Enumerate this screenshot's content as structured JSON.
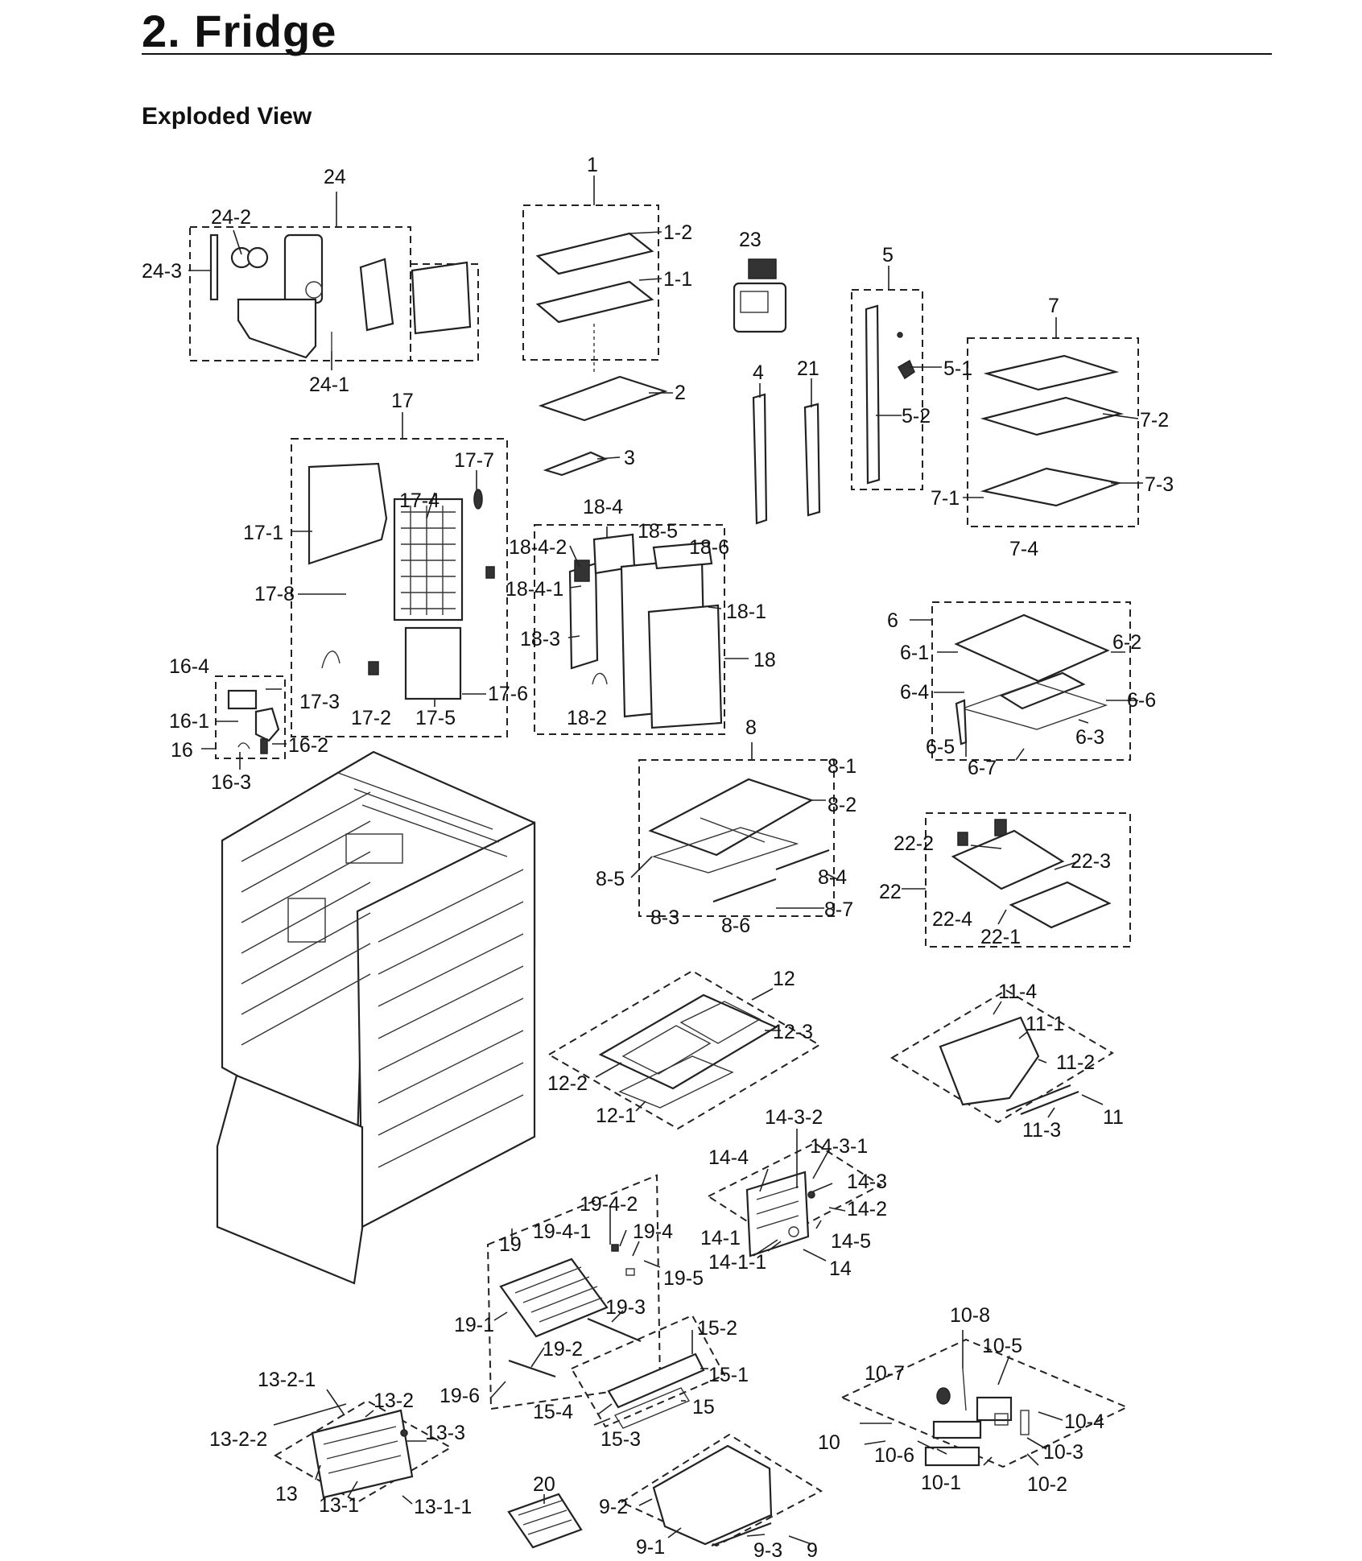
{
  "header": {
    "title": "2.  Fridge",
    "subtitle": "Exploded View"
  },
  "callouts": [
    "1",
    "1-1",
    "1-2",
    "2",
    "3",
    "4",
    "5",
    "5-1",
    "5-2",
    "6",
    "6-1",
    "6-2",
    "6-3",
    "6-4",
    "6-5",
    "6-6",
    "6-7",
    "7",
    "7-1",
    "7-2",
    "7-3",
    "7-4",
    "8",
    "8-1",
    "8-2",
    "8-3",
    "8-4",
    "8-5",
    "8-6",
    "8-7",
    "9",
    "9-1",
    "9-2",
    "9-3",
    "10",
    "10-1",
    "10-2",
    "10-3",
    "10-4",
    "10-5",
    "10-6",
    "10-7",
    "10-8",
    "11",
    "11-1",
    "11-2",
    "11-3",
    "11-4",
    "12",
    "12-1",
    "12-2",
    "12-3",
    "13",
    "13-1",
    "13-1-1",
    "13-2",
    "13-2-1",
    "13-2-2",
    "13-3",
    "14",
    "14-1",
    "14-1-1",
    "14-2",
    "14-3",
    "14-3-1",
    "14-3-2",
    "14-4",
    "14-5",
    "15",
    "15-1",
    "15-2",
    "15-3",
    "15-4",
    "16",
    "16-1",
    "16-2",
    "16-3",
    "16-4",
    "17",
    "17-1",
    "17-2",
    "17-3",
    "17-4",
    "17-5",
    "17-6",
    "17-7",
    "17-8",
    "18",
    "18-1",
    "18-2",
    "18-3",
    "18-4",
    "18-4-1",
    "18-4-2",
    "18-5",
    "18-6",
    "19",
    "19-1",
    "19-2",
    "19-3",
    "19-4",
    "19-4-1",
    "19-4-2",
    "19-5",
    "19-6",
    "20",
    "21",
    "22",
    "22-1",
    "22-2",
    "22-3",
    "22-4",
    "23",
    "24",
    "24-1",
    "24-2",
    "24-3"
  ]
}
